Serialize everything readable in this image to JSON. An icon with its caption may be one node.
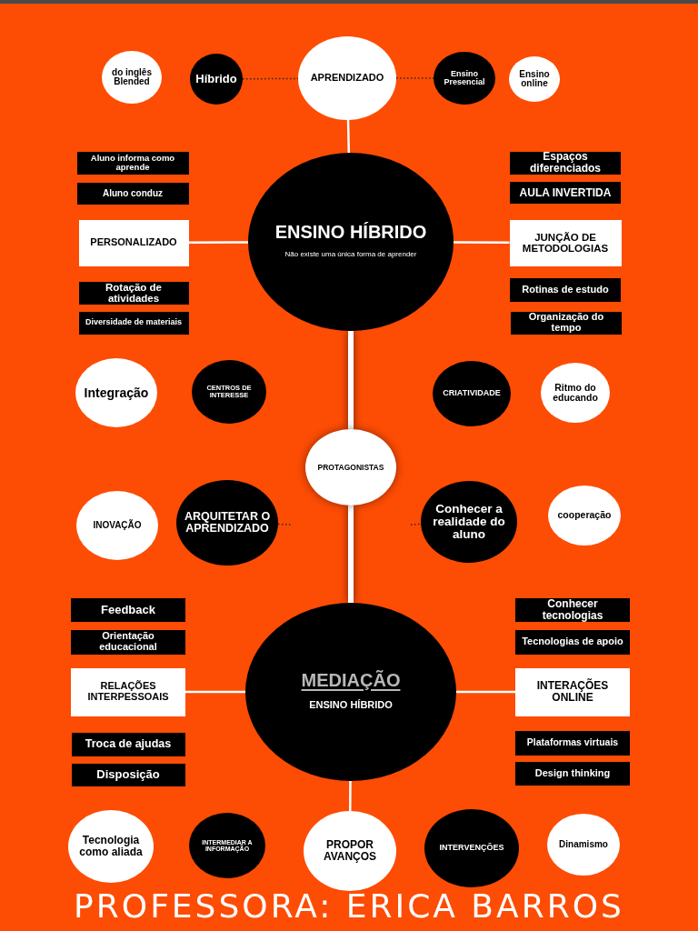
{
  "diagram": {
    "nodes": [
      {
        "text": [
          "do inglês Blended"
        ]
      },
      {
        "text": [
          "Híbrido"
        ]
      },
      {
        "text": [
          "APRENDIZADO"
        ]
      },
      {
        "text": [
          "Ensino Presencial"
        ]
      },
      {
        "text": [
          "Ensino online"
        ]
      },
      {
        "text": [
          "Aluno informa como aprende"
        ]
      },
      {
        "text": [
          "Espaços diferenciados"
        ]
      },
      {
        "text": [
          "Aluno conduz"
        ]
      },
      {
        "text": [
          "AULA INVERTIDA"
        ]
      },
      {
        "text": [
          "ENSINO HÍBRIDO",
          "Não existe uma única forma de aprender"
        ]
      },
      {
        "text": [
          "PERSONALIZADO"
        ]
      },
      {
        "text": [
          "JUNÇÃO DE METODOLOGIAS"
        ]
      },
      {
        "text": [
          "Rotação de atividades"
        ]
      },
      {
        "text": [
          "Rotinas de estudo"
        ]
      },
      {
        "text": [
          "Diversidade de materiais"
        ]
      },
      {
        "text": [
          "Organização do tempo"
        ]
      },
      {
        "text": [
          "Integração"
        ]
      },
      {
        "text": [
          "CENTROS DE INTERESSE"
        ]
      },
      {
        "text": [
          "CRIATIVIDADE"
        ]
      },
      {
        "text": [
          "Ritmo do educando"
        ]
      },
      {
        "text": [
          "PROTAGONISTAS"
        ]
      },
      {
        "text": [
          "INOVAÇÃO"
        ]
      },
      {
        "text": [
          "ARQUITETAR O APRENDIZADO"
        ]
      },
      {
        "text": [
          "Conhecer a realidade do aluno"
        ]
      },
      {
        "text": [
          "cooperação"
        ]
      },
      {
        "text": [
          "Feedback"
        ]
      },
      {
        "text": [
          "Conhecer tecnologias"
        ]
      },
      {
        "text": [
          "Orientação educacional"
        ]
      },
      {
        "text": [
          "Tecnologias de apoio"
        ]
      },
      {
        "text": [
          "MEDIAÇÃO",
          "ENSINO HÍBRIDO"
        ]
      },
      {
        "text": [
          "RELAÇÕES INTERPESSOAIS"
        ]
      },
      {
        "text": [
          "INTERAÇÕES ONLINE"
        ]
      },
      {
        "text": [
          "Troca de ajudas"
        ]
      },
      {
        "text": [
          "Plataformas virtuais"
        ]
      },
      {
        "text": [
          "Disposição"
        ]
      },
      {
        "text": [
          "Design thinking"
        ]
      },
      {
        "text": [
          "Tecnologia como aliada"
        ]
      },
      {
        "text": [
          "INTERMEDIAR A INFORMAÇÃO"
        ]
      },
      {
        "text": [
          "PROPOR AVANÇOS"
        ]
      },
      {
        "text": [
          "INTERVENÇÕES"
        ]
      },
      {
        "text": [
          "Dinamismo"
        ]
      }
    ],
    "edges": [
      {
        "from": 1,
        "to": 2,
        "arrow": "none",
        "style": "dashed",
        "color": "#2a2a2a"
      },
      {
        "from": 2,
        "to": 3,
        "arrow": "none",
        "style": "dashed",
        "color": "#2a2a2a"
      },
      {
        "from": 2,
        "to": 9,
        "arrow": "none"
      },
      {
        "from": 9,
        "to": 10,
        "arrow": "none"
      },
      {
        "from": 9,
        "to": 11,
        "arrow": "none"
      },
      {
        "from": 9,
        "to": 20,
        "arrow": "none",
        "style": "thick"
      },
      {
        "from": 20,
        "to": 29,
        "arrow": "none",
        "style": "thick"
      },
      {
        "from": 29,
        "to": 30,
        "arrow": "none"
      },
      {
        "from": 29,
        "to": 31,
        "arrow": "none"
      },
      {
        "from": 29,
        "to": 38,
        "arrow": "none"
      },
      {
        "from": 22,
        "to": null,
        "arrow": "none",
        "style": "dashed",
        "color": "#2a2a2a"
      },
      {
        "from": null,
        "to": 23,
        "arrow": "none",
        "style": "dashed",
        "color": "#2a2a2a"
      }
    ],
    "labels": [
      "PROFESSORA: ERICA BARROS"
    ]
  }
}
